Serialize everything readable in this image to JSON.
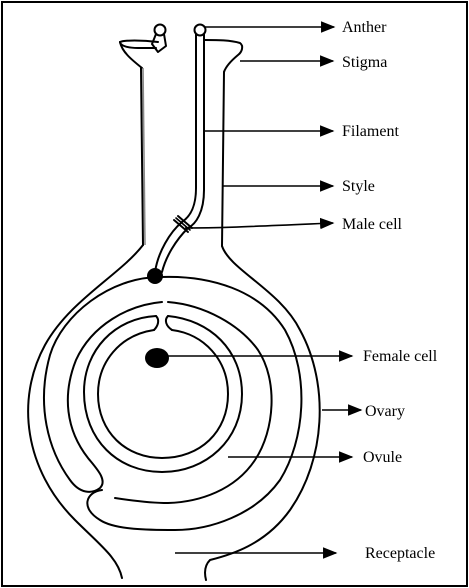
{
  "diagram": {
    "labels": {
      "anther": "Anther",
      "stigma": "Stigma",
      "filament": "Filament",
      "style": "Style",
      "male_cell": "Male cell",
      "female_cell": "Female cell",
      "ovary": "Ovary",
      "ovule": "Ovule",
      "receptacle": "Receptacle"
    }
  }
}
